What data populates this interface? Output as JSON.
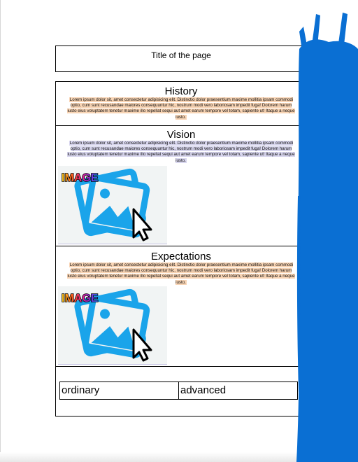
{
  "page": {
    "title": "Title of the page"
  },
  "sections": [
    {
      "heading": "History",
      "body": "Lorem ipsum dolor sit, amet consectetur adipisicing elit. Distinctio dolor praesentium maxime mollitia ipsam commodi optio, cum sunt recusandae maiores consequuntur hic, nostrum modi vero laboriosam impedit fuga! Dolorem harum iusto eius voluptatem tenetur maxime illo repellat sequi aut amet earum tempore vel totam, sapiente ut! Itaque a neque iusto.",
      "highlight_color": "#f8d4b4"
    },
    {
      "heading": "Vision",
      "body": "Lorem ipsum dolor sit, amet consectetur adipisicing elit. Distinctio dolor praesentium maxime mollitia ipsam commodi optio, cum sunt recusandae maiores consequuntur hic, nostrum modi vero laboriosam impedit fuga! Dolorem harum iusto eius voluptatem tenetur maxime illo repellat sequi aut amet earum tempore vel totam, sapiente ut! Itaque a neque iusto.",
      "highlight_color": "#d8d6ee",
      "image": {
        "badge_text": "IMAGE",
        "icon": "image-placeholder-icon"
      }
    },
    {
      "heading": "Expectations",
      "body": "Lorem ipsum dolor sit, amet consectetur adipisicing elit. Distinctio dolor praesentium maxime mollitia ipsam commodi optio, cum sunt recusandae maiores consequuntur hic, nostrum modi vero laboriosam impedit fuga! Dolorem harum iusto eius voluptatem tenetur maxime illo repellat sequi aut amet earum tempore vel totam, sapiente ut! Itaque a neque iusto.",
      "highlight_color": "#f8d4b4",
      "image": {
        "badge_text": "IMAGE",
        "icon": "image-placeholder-icon"
      }
    }
  ],
  "tabs": [
    {
      "label": "ordinary"
    },
    {
      "label": "advanced"
    }
  ],
  "colors": {
    "scribble": "#0a6fd3",
    "image_icon": "#1aa4ea",
    "peach_highlight": "#f8d4b4",
    "lavender_highlight": "#d8d6ee"
  }
}
